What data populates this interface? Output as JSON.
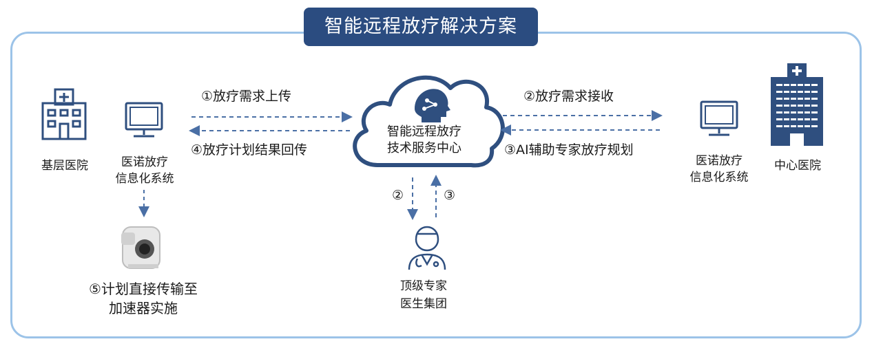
{
  "title": "智能远程放疗解决方案",
  "nodes": {
    "primary_hospital": "基层医院",
    "left_system_line1": "医诺放疗",
    "left_system_line2": "信息化系统",
    "cloud_line1": "智能远程放疗",
    "cloud_line2": "技术服务中心",
    "right_system_line1": "医诺放疗",
    "right_system_line2": "信息化系统",
    "central_hospital": "中心医院",
    "experts_line1": "顶级专家",
    "experts_line2": "医生集团",
    "accelerator_line1": "⑤计划直接传输至",
    "accelerator_line2": "加速器实施"
  },
  "flows": {
    "step1": "①放疗需求上传",
    "step4": "④放疗计划结果回传",
    "step2_right": "②放疗需求接收",
    "step3_right": "③AI辅助专家放疗规划",
    "step2_down": "②",
    "step3_up": "③"
  },
  "colors": {
    "accent": "#2b4c80",
    "frame": "#9cc3e8",
    "icon": "#2f4f7f",
    "dash": "#4a6fa5"
  }
}
